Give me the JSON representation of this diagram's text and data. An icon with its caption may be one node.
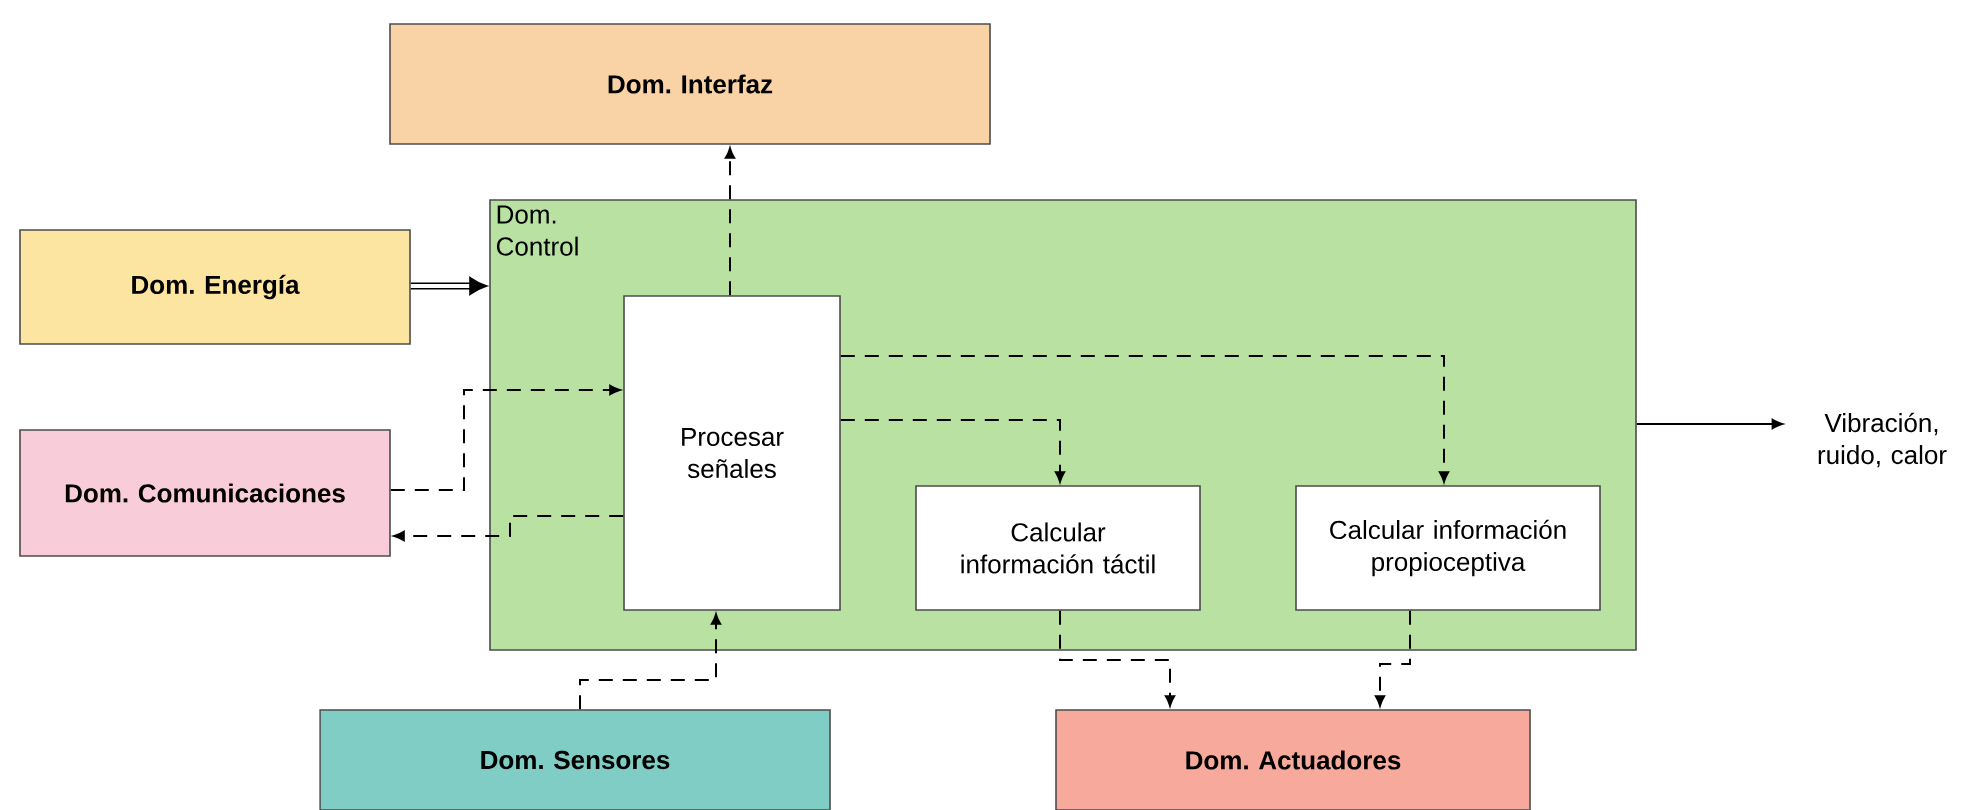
{
  "diagram": {
    "nodes": [
      {
        "text": [
          "Dom. Interfaz"
        ]
      },
      {
        "text": [
          "Dom. Energía"
        ]
      },
      {
        "text": [
          "Dom. Comunicaciones"
        ]
      },
      {
        "text": [
          "Dom. Control"
        ]
      },
      {
        "text": [
          "Procesar señales"
        ],
        "in": 3
      },
      {
        "text": [
          "Calcular información táctil"
        ],
        "in": 3
      },
      {
        "text": [
          "Calcular información propioceptiva"
        ],
        "in": 3
      },
      {
        "text": [
          "Dom. Sensores"
        ]
      },
      {
        "text": [
          "Dom. Actuadores"
        ]
      },
      {
        "text": [
          "Vibración, ruido, calor"
        ]
      }
    ],
    "edges": [
      {
        "from": 4,
        "to": 0,
        "arrow": "to",
        "style": "dashed"
      },
      {
        "from": 1,
        "to": 3,
        "arrow": "to",
        "style": "thick"
      },
      {
        "from": 2,
        "to": 4,
        "arrow": "to",
        "style": "dashed"
      },
      {
        "from": 4,
        "to": 2,
        "arrow": "to",
        "style": "dashed"
      },
      {
        "from": 4,
        "to": 5,
        "arrow": "to",
        "style": "dashed"
      },
      {
        "from": 4,
        "to": 6,
        "arrow": "to",
        "style": "dashed"
      },
      {
        "from": 3,
        "to": 9,
        "arrow": "to"
      },
      {
        "from": 7,
        "to": 4,
        "arrow": "to",
        "style": "dashed"
      },
      {
        "from": 5,
        "to": 8,
        "arrow": "to",
        "style": "dashed"
      },
      {
        "from": 6,
        "to": 8,
        "arrow": "to",
        "style": "dashed"
      }
    ]
  }
}
